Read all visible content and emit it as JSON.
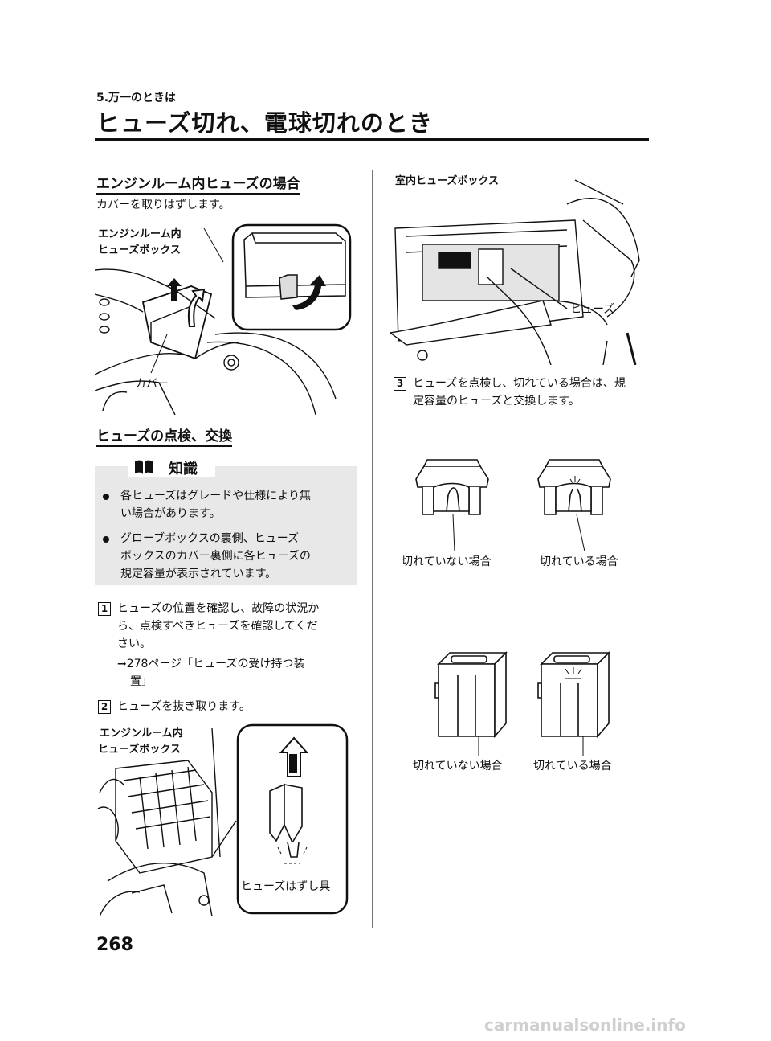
{
  "header": {
    "chapter": "5.万一のときは",
    "title": "ヒューズ切れ、電球切れのとき"
  },
  "section1": {
    "heading": "エンジンルーム内ヒューズの場合",
    "text": "カバーを取りはずします。",
    "label_box_1": "エンジンルーム内",
    "label_box_2": "ヒューズボックス",
    "label_cover": "カバー"
  },
  "section2": {
    "heading": "ヒューズの点検、交換"
  },
  "knowledge": {
    "title": "知識",
    "bullets": [
      "各ヒューズはグレードや仕様により無",
      "い場合があります。",
      "グローブボックスの裏側、ヒューズ",
      "ボックスのカバー裏側に各ヒューズの",
      "規定容量が表示されています。"
    ]
  },
  "steps": {
    "s1_no": "1",
    "s1_lines": [
      "ヒューズの位置を確認し、故障の状況か",
      "ら、点検すべきヒューズを確認してくだ",
      "さい。"
    ],
    "s1_ref_1": "➞278ページ「ヒューズの受け持つ装",
    "s1_ref_2": "置」",
    "s2_no": "2",
    "s2_text": "ヒューズを抜き取ります。",
    "s3_no": "3",
    "s3_line1": "ヒューズを点検し、切れている場合は、規",
    "s3_line2": "定容量のヒューズと交換します。"
  },
  "fig_left_bottom": {
    "label_1": "エンジンルーム内",
    "label_2": "ヒューズボックス",
    "label_tool": "ヒューズはずし具"
  },
  "fig_right_top": {
    "label_box": "室内ヒューズボックス",
    "label_fuse": "ヒューズ"
  },
  "fuses": {
    "ok_label": "切れていない場合",
    "blown_label": "切れている場合",
    "ok_label_2": "切れていない場合",
    "blown_label_2": "切れている場合"
  },
  "footer": {
    "page": "268",
    "watermark": "carmanualsonline.info"
  }
}
